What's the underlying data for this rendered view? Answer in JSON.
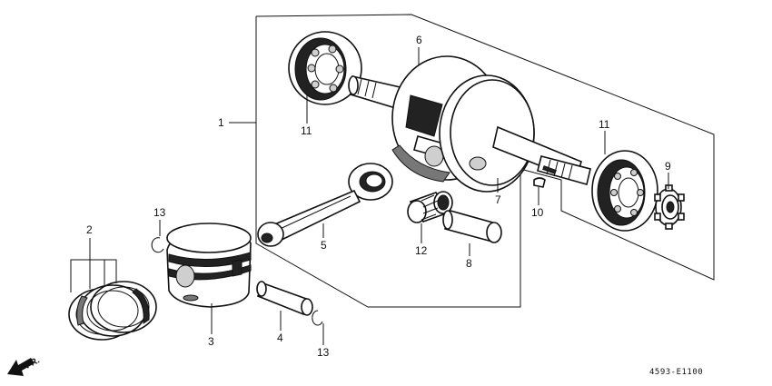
{
  "diagram": {
    "callouts": {
      "c1": "1",
      "c2": "2",
      "c3": "3",
      "c4": "4",
      "c5": "5",
      "c6": "6",
      "c7": "7",
      "c8": "8",
      "c9": "9",
      "c10": "10",
      "c11_left": "11",
      "c11_right": "11",
      "c12": "12",
      "c13_top": "13",
      "c13_bottom": "13"
    },
    "direction_label": "FR.",
    "catalog_code": "4593-E1100"
  }
}
